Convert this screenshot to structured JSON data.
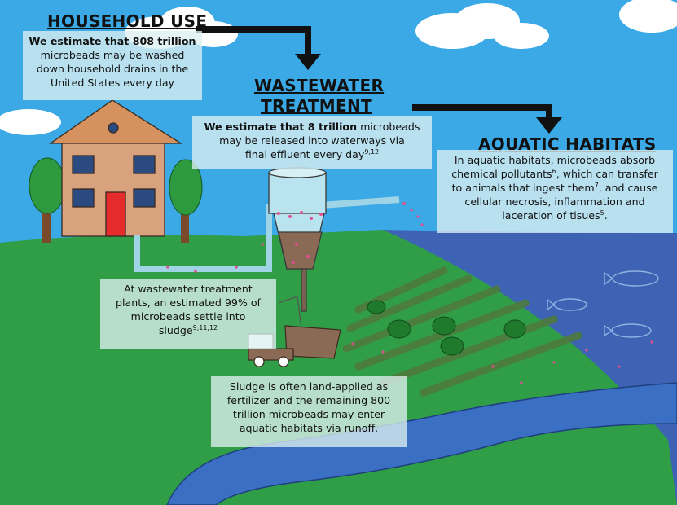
{
  "headings": {
    "household": "HOUSEHOLD USE",
    "wastewater_1": "WASTEWATER",
    "wastewater_2": "TREATMENT",
    "aquatic": "AQUATIC HABITATS"
  },
  "notes": {
    "household": {
      "bold": "We estimate that 808 trillion",
      "l2": "microbeads may be washed",
      "l3": "down household drains in the",
      "l4": "United States every day"
    },
    "wastewater": {
      "bold": "We estimate that 8 trillion",
      "l1_rest": " microbeads",
      "l2": "may be released into waterways via",
      "l3": "final effluent every day",
      "l3_sup": "9,12"
    },
    "aquatic": {
      "l1": "In aquatic habitats, microbeads absorb",
      "l2": "chemical pollutants",
      "l2_sup": "6",
      "l2_rest": ",  which can transfer",
      "l3": "to animals that ingest them",
      "l3_sup": "7",
      "l3_rest": ", and cause",
      "l4": "cellular necrosis, inflammation and",
      "l5": "laceration of tisues",
      "l5_sup": "5",
      "l5_rest": "."
    },
    "sludge": {
      "l1": "At wastewater treatment",
      "l2": "plants, an estimated 99% of",
      "l3": "microbeads settle into",
      "l4": "sludge",
      "l4_sup": "9,11,12"
    },
    "runoff": {
      "l1": "Sludge is often land-applied as",
      "l2": "fertilizer and the remaining 800",
      "l3": "trillion microbeads may enter",
      "l4": "aquatic habitats via runoff."
    }
  },
  "colors": {
    "sky": "#3aa9e6",
    "grass": "#2f9e47",
    "water": "#3e63b4",
    "river": "#3a6fc4",
    "house_wall": "#d9a27e",
    "roof": "#d6925e",
    "door": "#e52b2b",
    "arrow": "#111111",
    "microbead": "#e0508e"
  }
}
